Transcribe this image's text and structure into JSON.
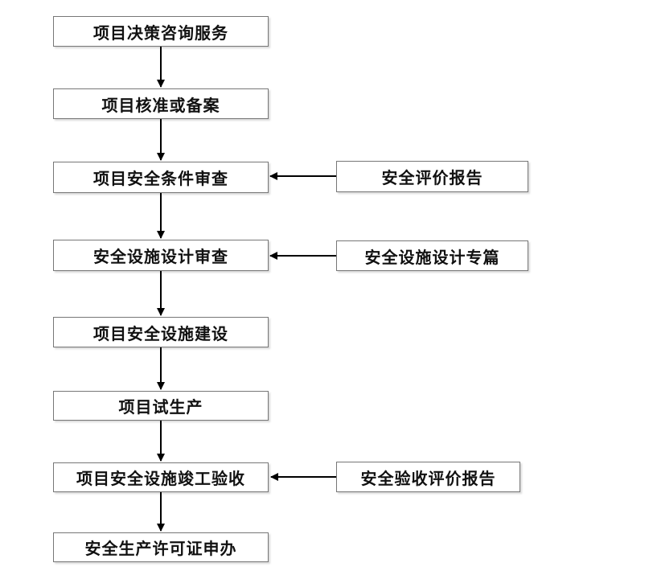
{
  "steps": [
    {
      "label": "项目决策咨询服务"
    },
    {
      "label": "项目核准或备案"
    },
    {
      "label": "项目安全条件审查"
    },
    {
      "label": "安全设施设计审查"
    },
    {
      "label": "项目安全设施建设"
    },
    {
      "label": "项目试生产"
    },
    {
      "label": "项目安全设施竣工验收"
    },
    {
      "label": "安全生产许可证申办"
    }
  ],
  "inputs": [
    {
      "label": "安全评价报告"
    },
    {
      "label": "安全设施设计专篇"
    },
    {
      "label": "安全验收评价报告"
    }
  ]
}
